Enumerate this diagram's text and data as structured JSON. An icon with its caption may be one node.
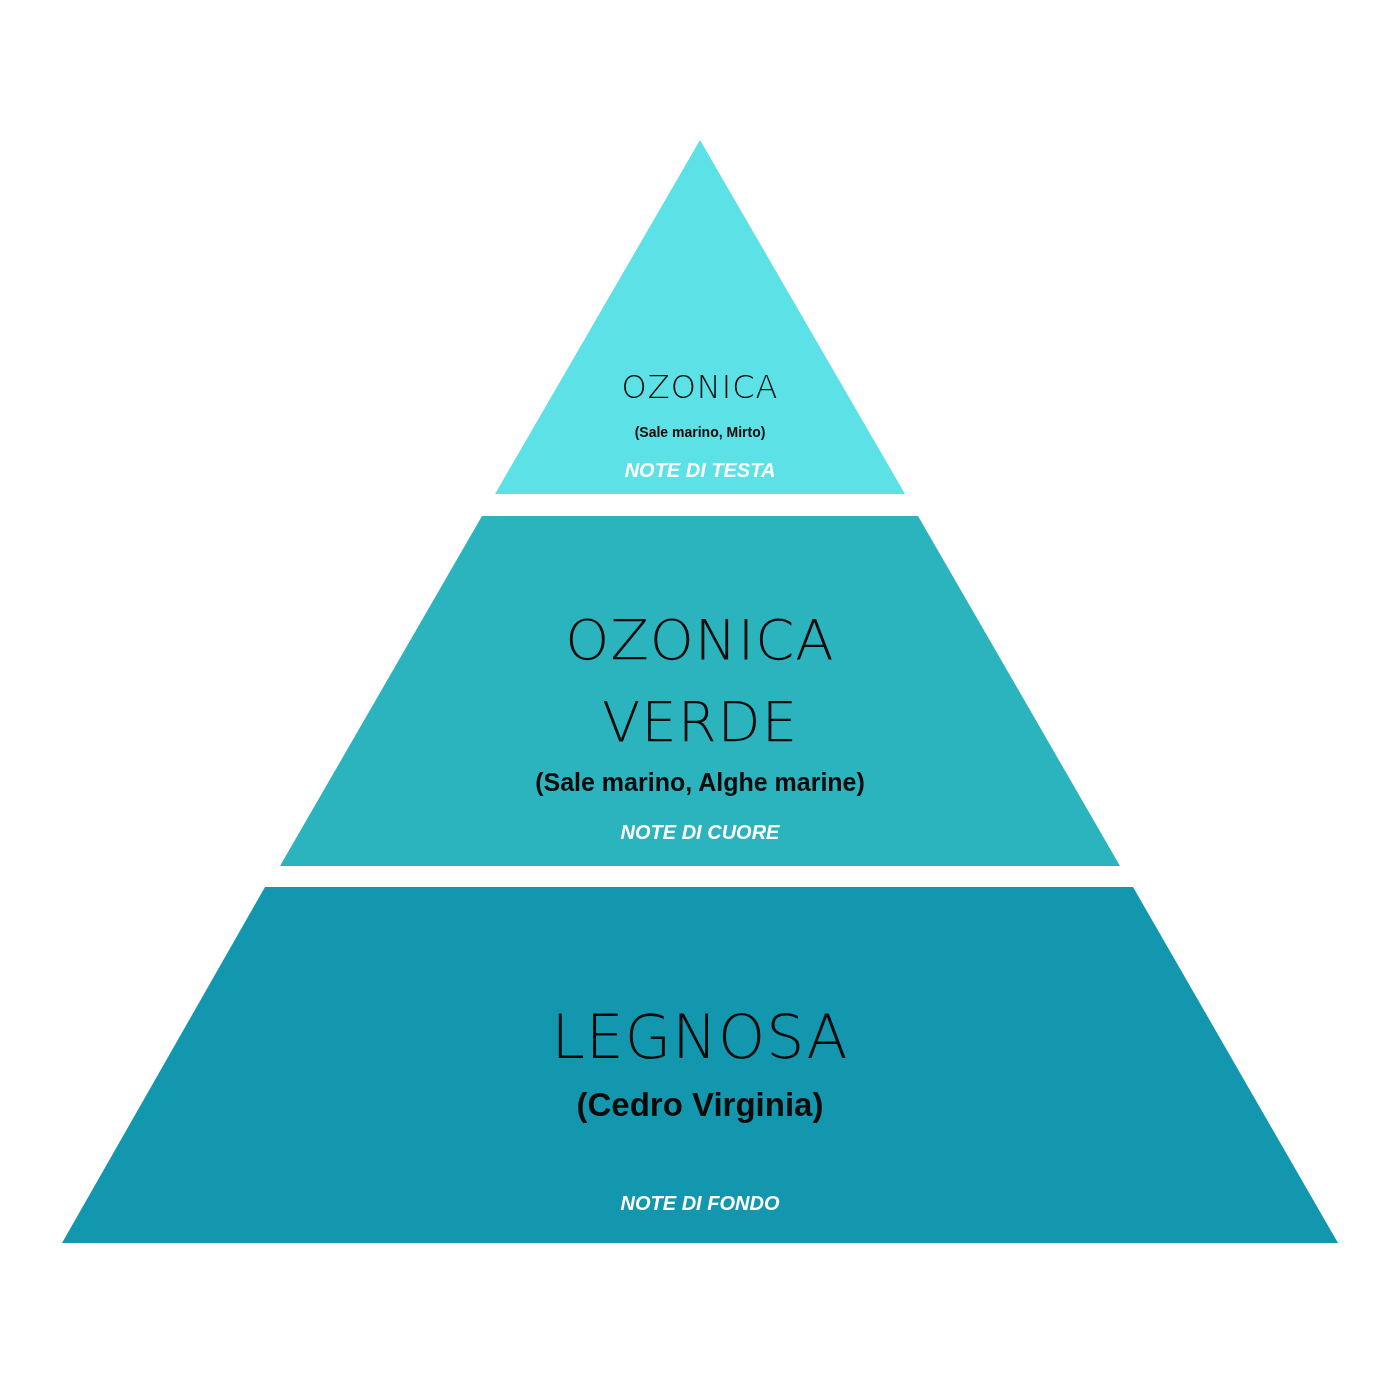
{
  "diagram": {
    "nodes": [
      {
        "text": [
          "OZONICA",
          "(Sale marino, Mirto)",
          "NOTE DI TESTA"
        ]
      },
      {
        "text": [
          "OZONICA VERDE",
          "(Sale marino, Alghe marine)",
          "NOTE DI CUORE"
        ]
      },
      {
        "text": [
          "LEGNOSA",
          "(Cedro Virginia)",
          "NOTE DI FONDO"
        ]
      }
    ]
  }
}
